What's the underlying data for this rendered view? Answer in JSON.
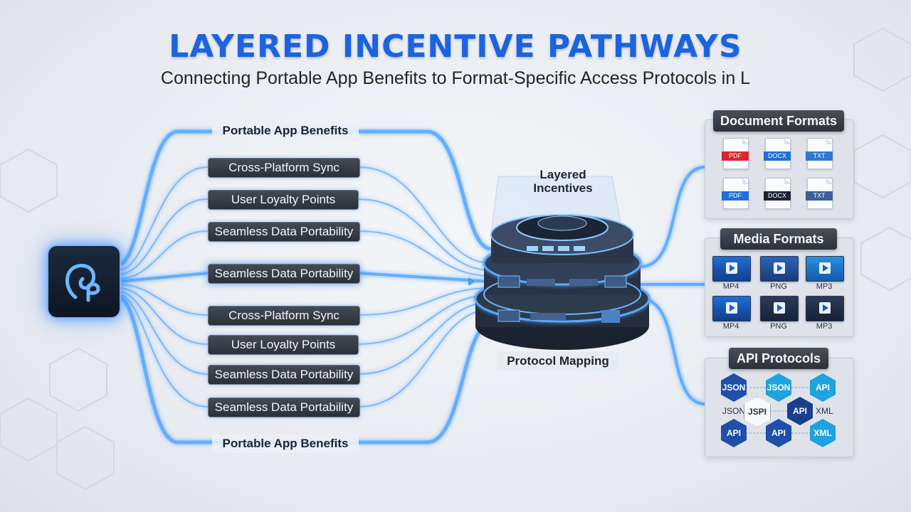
{
  "header": {
    "title": "LAYERED INCENTIVE PATHWAYS",
    "subtitle": "Connecting Portable App Benefits to Format-Specific Access Protocols in L"
  },
  "benefits": {
    "top_label": "Portable App Benefits",
    "bottom_label": "Portable App Benefits",
    "items": [
      "Cross-Platform Sync",
      "User Loyalty Points",
      "Seamless Data Portability",
      "Seamless Data Portability",
      "Cross-Platform Sync",
      "User Loyalty Points",
      "Seamless Data Portability",
      "Seamless Data Portability"
    ]
  },
  "hub": {
    "top_label_line1": "Layered",
    "top_label_line2": "Incentives",
    "bottom_label": "Protocol Mapping"
  },
  "panels": {
    "documents": {
      "title": "Document Formats",
      "files": [
        "PDF",
        "DOCX",
        "TXT",
        "PDF",
        "DOCX",
        "TXT"
      ],
      "colors": [
        "#d7262d",
        "#1f6fd6",
        "#2f78d0",
        "#1f6fd6",
        "#1b2433",
        "#3a5f9a"
      ]
    },
    "media": {
      "title": "Media Formats",
      "items": [
        "MP4",
        "PNG",
        "MP3",
        "MP4",
        "PNG",
        "MP3"
      ]
    },
    "api": {
      "title": "API Protocols",
      "nodes": [
        "JSON",
        "JSON",
        "API",
        "JSON",
        "JSPI",
        "API",
        "XML",
        "API",
        "API",
        "XML"
      ]
    }
  },
  "colors": {
    "accent": "#1b63e0",
    "glow": "#4a9bff",
    "pill": "#2f343c"
  }
}
